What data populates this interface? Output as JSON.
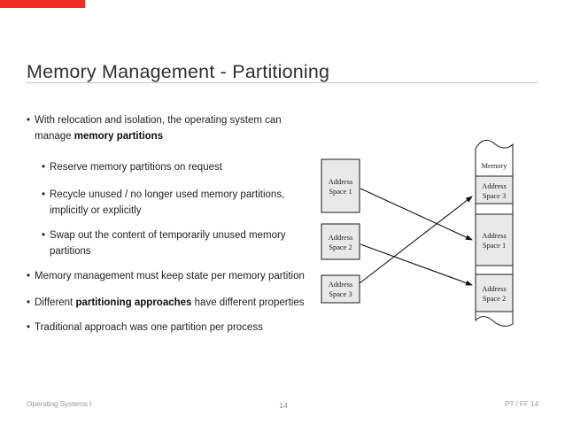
{
  "top_bar": {
    "color": "#ee2e24"
  },
  "slide": {
    "title": "Memory Management - Partitioning",
    "bullet_glyph": "•",
    "bullets": [
      {
        "level": 1,
        "pre": "With relocation and isolation, the operating system can manage ",
        "bold": "memory partitions",
        "post": ""
      },
      {
        "level": 2,
        "pre": "Reserve memory partitions on request"
      },
      {
        "level": 2,
        "pre": "Recycle unused / no longer used memory partitions, implicitly or explicitly"
      },
      {
        "level": 2,
        "pre": "Swap out the content of temporarily unused memory partitions"
      },
      {
        "level": 1,
        "pre": "Memory management must keep state per memory partition"
      },
      {
        "level": 1,
        "pre": "Different ",
        "bold": "partitioning approaches",
        "post": " have different properties"
      },
      {
        "level": 1,
        "pre": "Traditional approach was one partition per process"
      }
    ]
  },
  "diagram": {
    "memory_label": "Memory",
    "boxes": [
      {
        "line1": "Address",
        "line2": "Space 1"
      },
      {
        "line1": "Address",
        "line2": "Space 2"
      },
      {
        "line1": "Address",
        "line2": "Space 3"
      }
    ],
    "segments": [
      {
        "line1": "Address",
        "line2": "Space 3"
      },
      {
        "line1": "Address",
        "line2": "Space 1"
      },
      {
        "line1": "Address",
        "line2": "Space 2"
      }
    ],
    "colors": {
      "box_fill": "#e9e9e9",
      "stroke": "#1a1a1a"
    }
  },
  "footer": {
    "left": "Operating Systems I",
    "page": "14",
    "right": "PT / FF 14"
  }
}
